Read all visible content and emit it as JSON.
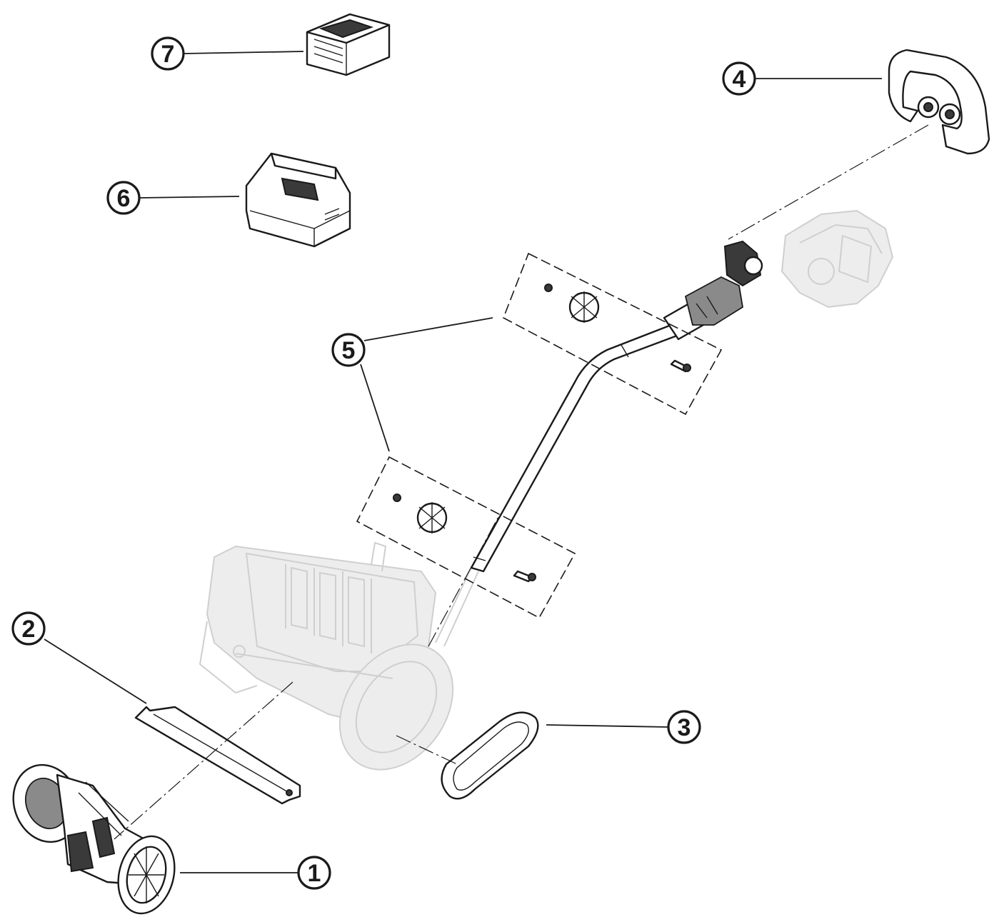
{
  "callouts": [
    {
      "id": "callout-1",
      "label": "1"
    },
    {
      "id": "callout-2",
      "label": "2"
    },
    {
      "id": "callout-3",
      "label": "3"
    },
    {
      "id": "callout-4",
      "label": "4"
    },
    {
      "id": "callout-5",
      "label": "5"
    },
    {
      "id": "callout-6",
      "label": "6"
    },
    {
      "id": "callout-7",
      "label": "7"
    }
  ],
  "colors": {
    "ink": "#1a1a1a",
    "ghost": "#cfcfcf",
    "background": "#ffffff"
  }
}
